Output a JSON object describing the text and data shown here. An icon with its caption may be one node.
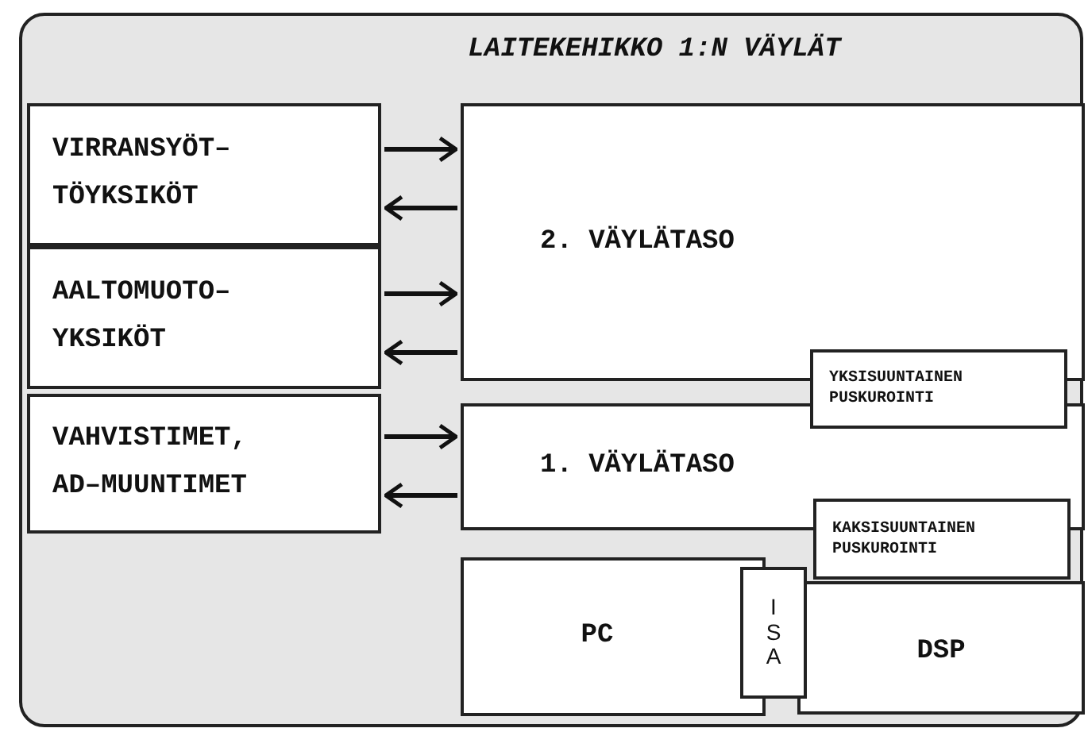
{
  "diagram": {
    "nodes": [
      {
        "text": [
          "LAITEKEHIKKO 1:N VÄYLÄT"
        ]
      },
      {
        "text": [
          "VIRRANSYÖT– TÖYKSIKÖT"
        ],
        "in": 0
      },
      {
        "text": [
          "AALTOMUOTO– YKSIKÖT"
        ],
        "in": 0
      },
      {
        "text": [
          "VAHVISTIMET, AD–MUUNTIMET"
        ],
        "in": 0
      },
      {
        "text": [
          "2. VÄYLÄTASO"
        ],
        "in": 0
      },
      {
        "text": [
          "YKSISUUNTAINEN PUSKUROINTI"
        ],
        "in": 0
      },
      {
        "text": [
          "1. VÄYLÄTASO"
        ],
        "in": 0
      },
      {
        "text": [
          "KAKSISUUNTAINEN PUSKUROINTI"
        ],
        "in": 0
      },
      {
        "text": [
          "PC"
        ],
        "in": 0
      },
      {
        "text": [
          "ISA"
        ],
        "in": 0
      },
      {
        "text": [
          "DSP"
        ],
        "in": 0
      }
    ],
    "edges": [
      {
        "from": 1,
        "to": 4,
        "arrow": "to"
      },
      {
        "from": 4,
        "to": 1,
        "arrow": "to"
      },
      {
        "from": 2,
        "to": 4,
        "arrow": "to"
      },
      {
        "from": 4,
        "to": 2,
        "arrow": "to"
      },
      {
        "from": 3,
        "to": 6,
        "arrow": "to"
      },
      {
        "from": 6,
        "to": 3,
        "arrow": "to"
      }
    ]
  }
}
